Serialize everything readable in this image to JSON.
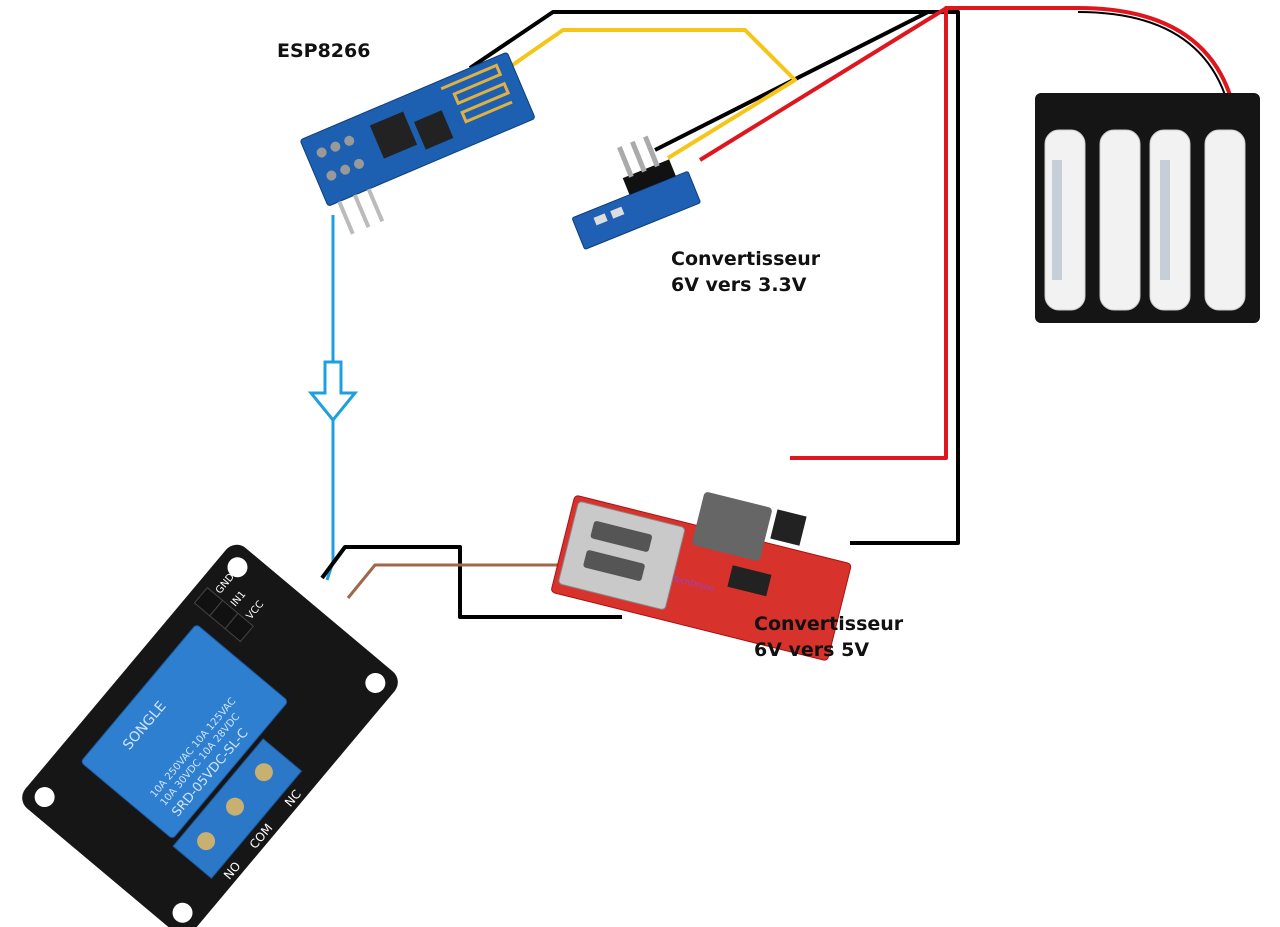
{
  "labels": {
    "esp": "ESP8266",
    "conv33_line1": "Convertisseur",
    "conv33_line2": "6V vers 3.3V",
    "conv5_line1": "Convertisseur",
    "conv5_line2": "6V vers 5V"
  },
  "relay": {
    "pins": [
      "GND",
      "IN1",
      "VCC"
    ],
    "terminals": [
      "NO",
      "COM",
      "NC"
    ],
    "brand": "SONGLE",
    "model": "SRD-05VDC-SL-C",
    "rating1": "10A 250VAC 10A 125VAC",
    "rating2": "10A 30VDC 10A 28VDC"
  },
  "buck_watermark": "TechDrone",
  "colors": {
    "wire_black": "#000000",
    "wire_red": "#e0161e",
    "wire_yellow": "#f5c518",
    "wire_blue": "#1ea0e0",
    "wire_brown": "#a0674a",
    "pcb_blue": "#1d5fb0",
    "relay_blue": "#2f7fd0",
    "buck_red": "#d8322c"
  }
}
